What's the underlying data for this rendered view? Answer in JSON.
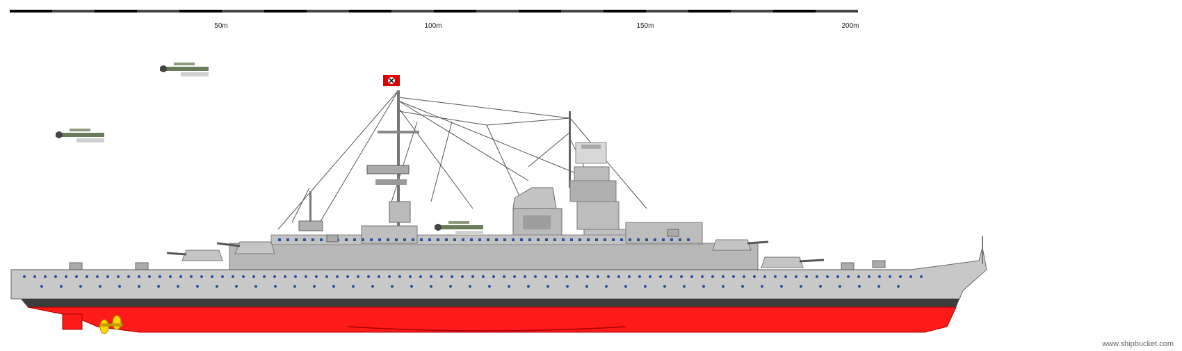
{
  "scale": {
    "labels": [
      "50m",
      "100m",
      "150m",
      "200m"
    ]
  },
  "watermark": "www.shipbucket.com",
  "colors": {
    "hull_grey": "#c8c8c8",
    "superstructure_grey": "#b4b4b4",
    "boot_topping": "#3c3c3c",
    "antifouling_red": "#ff1a1a",
    "propeller_yellow": "#ffd700",
    "porthole_blue": "#2b4fa0"
  },
  "icons": [
    "ensign-flag-icon",
    "floatplane-icon",
    "propeller-icon"
  ]
}
